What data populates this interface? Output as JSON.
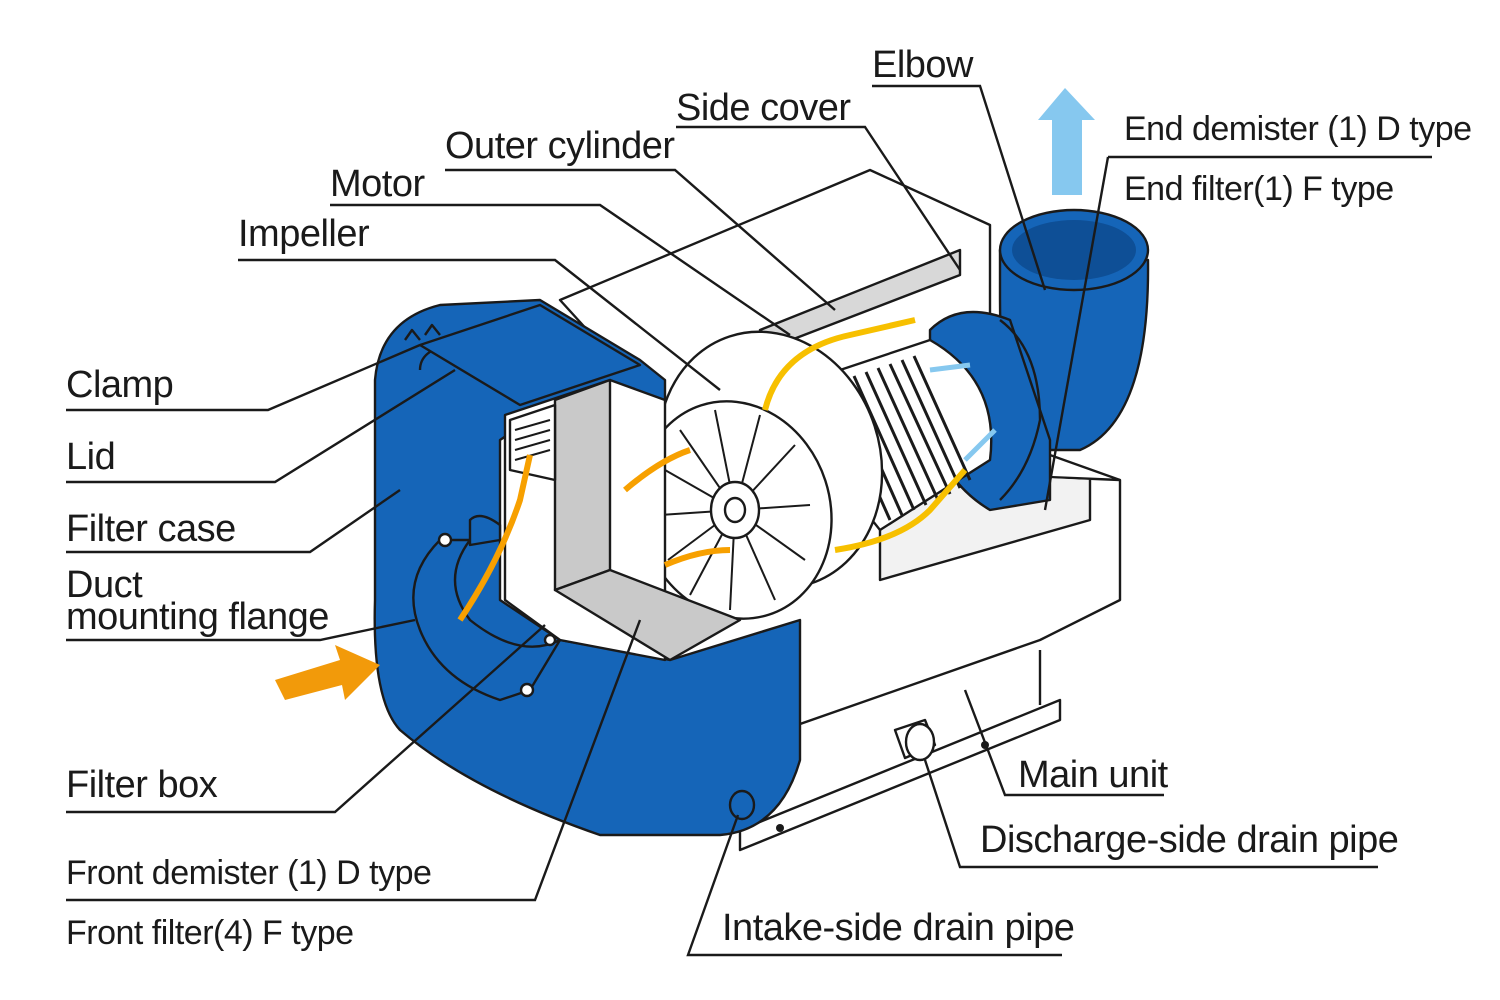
{
  "labels": {
    "elbow": "Elbow",
    "side_cover": "Side cover",
    "outer_cylinder": "Outer cylinder",
    "motor": "Motor",
    "impeller": "Impeller",
    "end_demister": "End demister (1) D type",
    "end_filter": "End filter(1) F type",
    "clamp": "Clamp",
    "lid": "Lid",
    "filter_case": "Filter case",
    "duct_line1": "Duct",
    "duct_line2": "mounting flange",
    "filter_box": "Filter box",
    "front_demister": "Front demister (1) D type",
    "front_filter": "Front filter(4) F type",
    "main_unit": "Main unit",
    "discharge_drain": "Discharge-side drain pipe",
    "intake_drain": "Intake-side drain pipe"
  },
  "colors": {
    "housing_blue": "#1565b8",
    "intake_arrow": "#f29a0a",
    "airflow_yellow": "#f7c000",
    "outlet_arrow": "#86c8ef",
    "outline": "#1a1a1a",
    "filter_grey": "#c9c9c9"
  }
}
